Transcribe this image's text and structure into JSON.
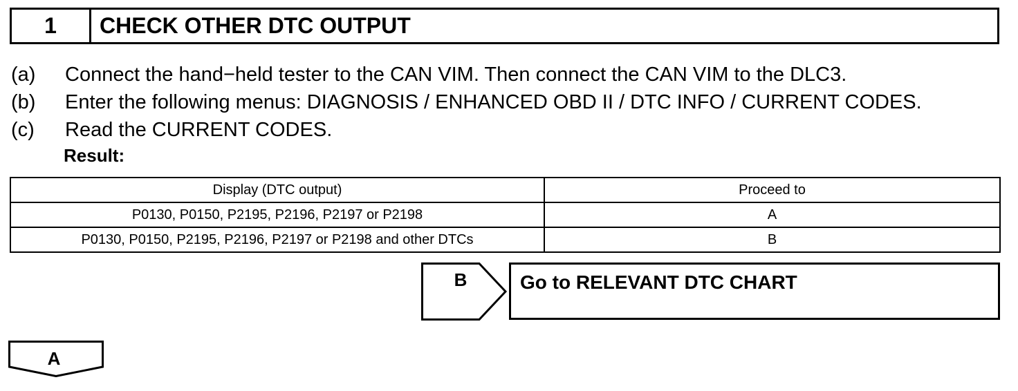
{
  "step": {
    "number": "1",
    "title": "CHECK OTHER DTC OUTPUT"
  },
  "instructions": [
    {
      "letter": "(a)",
      "text": "Connect the hand−held tester to the CAN VIM. Then connect the CAN VIM to the DLC3."
    },
    {
      "letter": "(b)",
      "text": "Enter the following menus: DIAGNOSIS / ENHANCED OBD II / DTC INFO / CURRENT CODES."
    },
    {
      "letter": "(c)",
      "text": "Read the CURRENT CODES."
    }
  ],
  "result_label": "Result:",
  "result_table": {
    "headers": [
      "Display (DTC output)",
      "Proceed to"
    ],
    "rows": [
      [
        "P0130, P0150, P2195, P2196, P2197 or P2198",
        "A"
      ],
      [
        "P0130, P0150, P2195, P2196, P2197 or P2198 and other DTCs",
        "B"
      ]
    ]
  },
  "branch_b": {
    "letter": "B",
    "action": "Go to RELEVANT DTC CHART"
  },
  "branch_a": {
    "letter": "A"
  }
}
